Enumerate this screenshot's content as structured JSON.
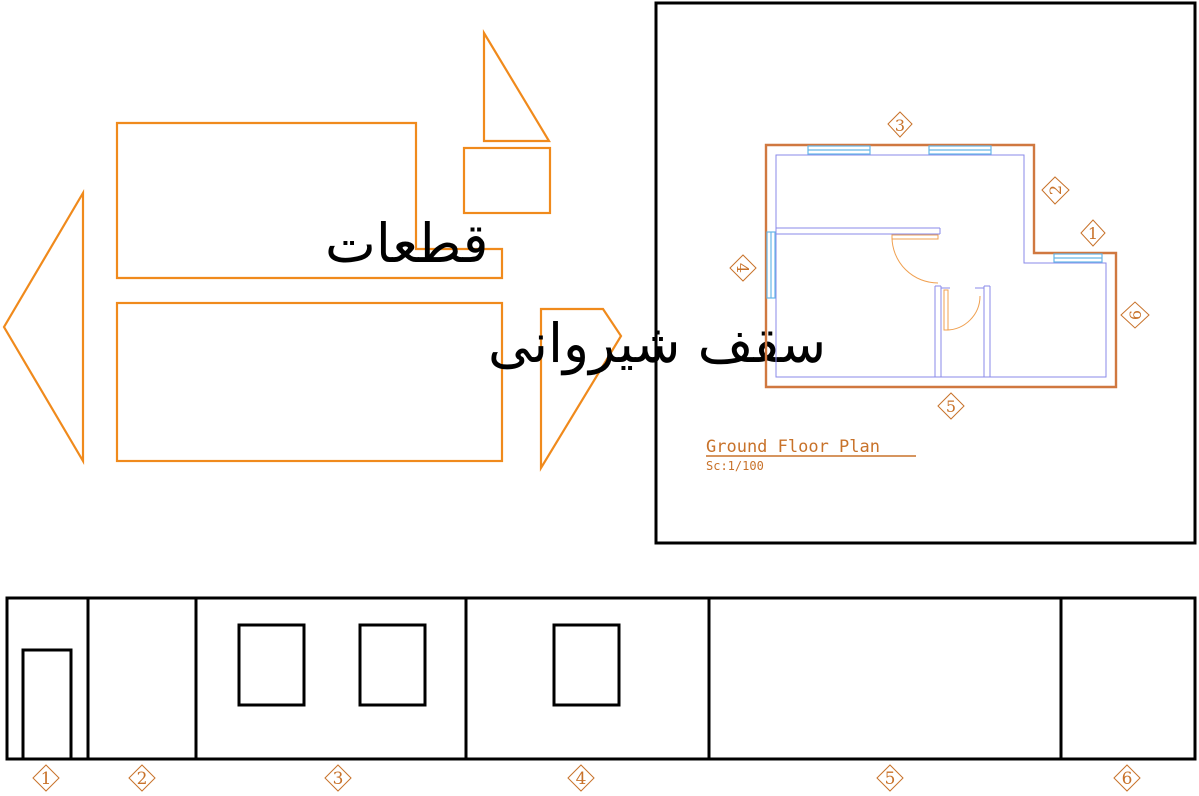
{
  "title": {
    "line1": "قطعات",
    "line2": "سقف شیروانی"
  },
  "plan": {
    "title": "Ground Floor Plan",
    "scale": "Sc:1/100",
    "markers": [
      "3",
      "2",
      "1",
      "4",
      "6",
      "5"
    ]
  },
  "elevation": {
    "labels": [
      "1",
      "2",
      "3",
      "4",
      "5",
      "6"
    ]
  },
  "colors": {
    "orange": "#f08a1c",
    "wall": "#d07840",
    "blue": "#8a8ae8",
    "window": "#66b6e8",
    "label": "#c8722a",
    "black": "#000000"
  }
}
